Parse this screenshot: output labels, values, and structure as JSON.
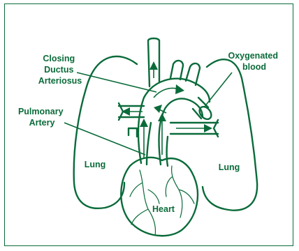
{
  "labels": {
    "closing_ductus": [
      "Closing",
      "Ductus",
      "Arteriosus"
    ],
    "oxygenated_blood": [
      "Oxygenated",
      "blood"
    ],
    "pulmonary_artery": [
      "Pulmonary",
      "Artery"
    ],
    "lung_left": "Lung",
    "lung_right": "Lung",
    "heart": "Heart"
  },
  "colors": {
    "line": "#0a6b3a",
    "background": "#ffffff"
  }
}
